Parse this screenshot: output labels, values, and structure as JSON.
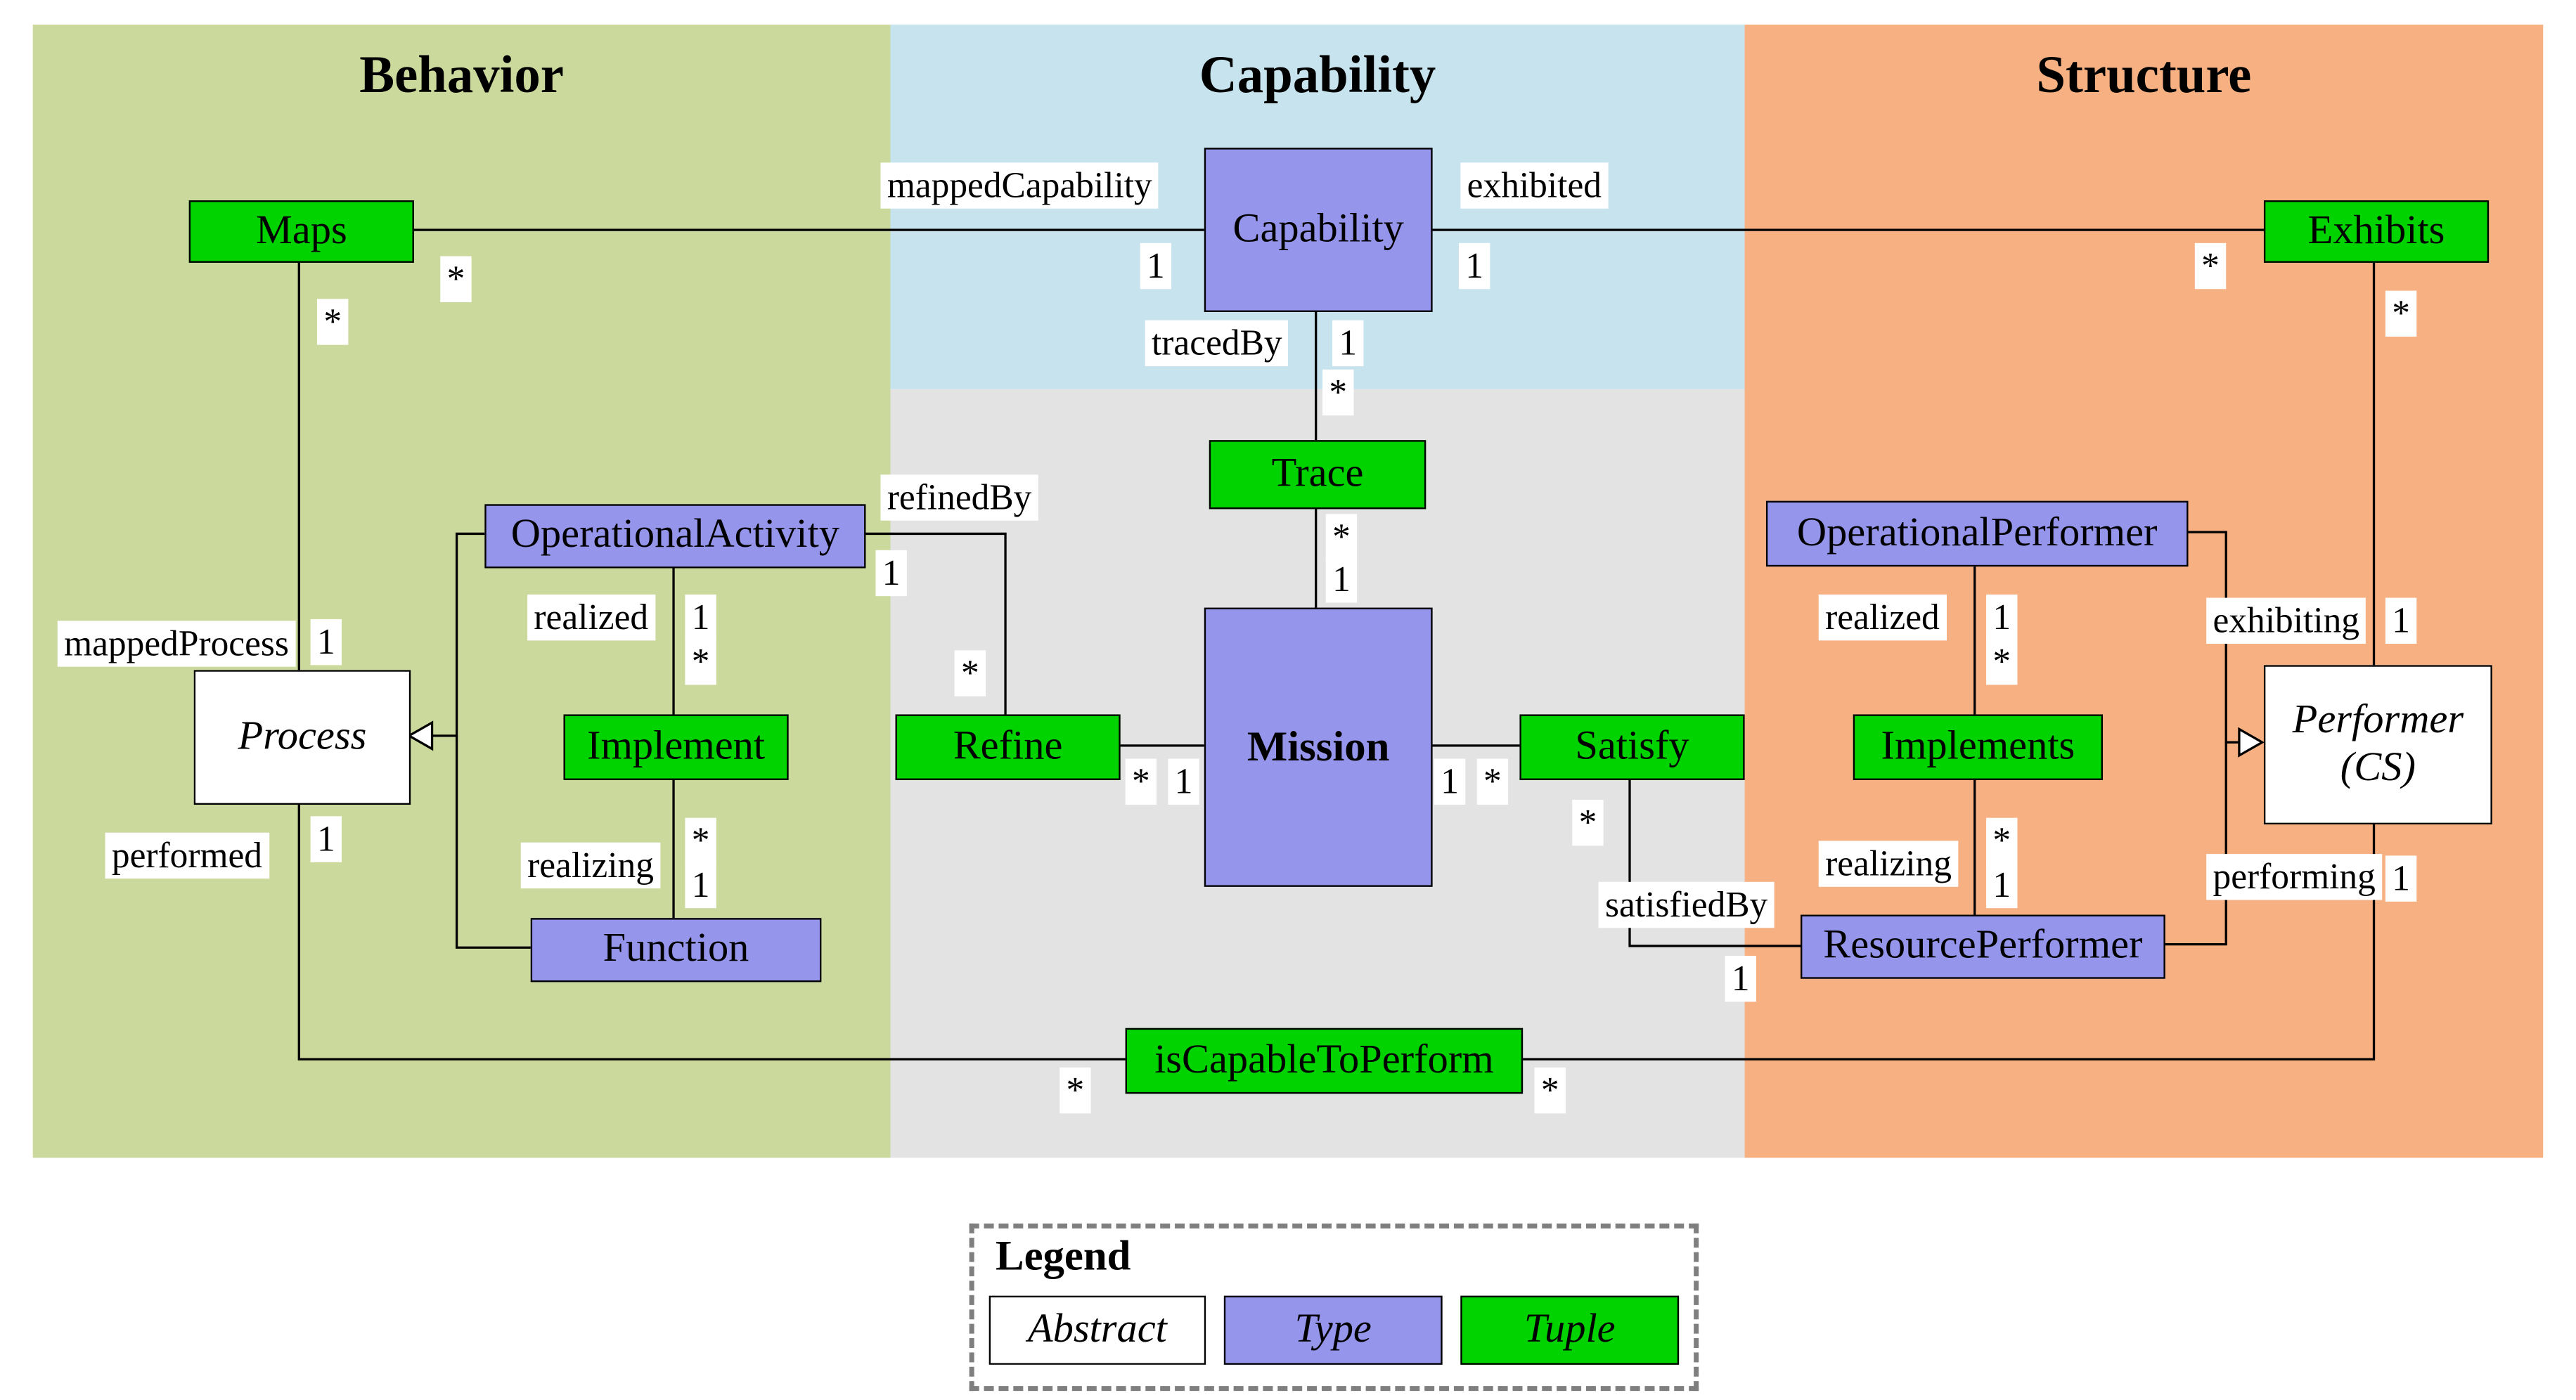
{
  "regions": {
    "behavior": {
      "title": "Behavior",
      "bg": "#cbd99c"
    },
    "capability": {
      "title": "Capability",
      "bg": "#c7e3ee"
    },
    "structure": {
      "title": "Structure",
      "bg": "#f6b082"
    },
    "center": {
      "bg": "#e3e3e3"
    }
  },
  "node_colors": {
    "type": "#9595eb",
    "tuple": "#00d300",
    "abstract": "#ffffff"
  },
  "nodes": {
    "maps": {
      "label": "Maps",
      "kind": "tuple"
    },
    "capability": {
      "label": "Capability",
      "kind": "type"
    },
    "exhibits": {
      "label": "Exhibits",
      "kind": "tuple"
    },
    "trace": {
      "label": "Trace",
      "kind": "tuple"
    },
    "operational_activity": {
      "label": "OperationalActivity",
      "kind": "type"
    },
    "operational_performer": {
      "label": "OperationalPerformer",
      "kind": "type"
    },
    "process": {
      "label": "Process",
      "kind": "abstract"
    },
    "refine": {
      "label": "Refine",
      "kind": "tuple"
    },
    "mission": {
      "label": "Mission",
      "kind": "type"
    },
    "satisfy": {
      "label": "Satisfy",
      "kind": "tuple"
    },
    "implement": {
      "label": "Implement",
      "kind": "tuple"
    },
    "implements": {
      "label": "Implements",
      "kind": "tuple"
    },
    "performer_cs": {
      "label": "Performer\n(CS)",
      "kind": "abstract"
    },
    "function": {
      "label": "Function",
      "kind": "type"
    },
    "resource_performer": {
      "label": "ResourcePerformer",
      "kind": "type"
    },
    "is_capable_to_perform": {
      "label": "isCapableToPerform",
      "kind": "tuple"
    }
  },
  "edge_labels": {
    "mapped_capability": "mappedCapability",
    "exhibited": "exhibited",
    "traced_by": "tracedBy",
    "refined_by": "refinedBy",
    "mapped_process": "mappedProcess",
    "performed": "performed",
    "realized_behavior": "realized",
    "realizing_behavior": "realizing",
    "realized_structure": "realized",
    "realizing_structure": "realizing",
    "exhibiting": "exhibiting",
    "performing": "performing",
    "satisfied_by": "satisfiedBy"
  },
  "multiplicities": {
    "maps_capability_maps_end": "*",
    "maps_capability_capability_end": "1",
    "capability_exhibits_capability_end": "1",
    "capability_exhibits_exhibits_end": "*",
    "maps_process_maps_end": "*",
    "maps_process_process_end": "1",
    "capability_trace_capability_end": "1",
    "capability_trace_trace_end": "*",
    "trace_mission_trace_end": "*",
    "trace_mission_mission_end": "1",
    "oa_refine_oa_end": "1",
    "oa_refine_refine_end": "*",
    "refine_mission_refine_end": "*",
    "refine_mission_mission_end": "1",
    "mission_satisfy_mission_end": "1",
    "mission_satisfy_satisfy_end": "*",
    "satisfy_rp_satisfy_end": "*",
    "satisfy_rp_rp_end": "1",
    "oa_implement_oa_end": "1",
    "oa_implement_implement_end": "*",
    "implement_function_implement_end": "*",
    "implement_function_function_end": "1",
    "op_implements_op_end": "1",
    "op_implements_implements_end": "*",
    "implements_rp_implements_end": "*",
    "implements_rp_rp_end": "1",
    "exhibits_performer_exhibits_end": "*",
    "exhibits_performer_performer_end": "1",
    "process_icp_process_end": "1",
    "process_icp_icp_end": "*",
    "icp_performer_icp_end": "*",
    "icp_performer_performer_end": "1"
  },
  "legend": {
    "title": "Legend",
    "items": [
      {
        "label": "Abstract",
        "kind": "abstract"
      },
      {
        "label": "Type",
        "kind": "type"
      },
      {
        "label": "Tuple",
        "kind": "tuple"
      }
    ]
  }
}
